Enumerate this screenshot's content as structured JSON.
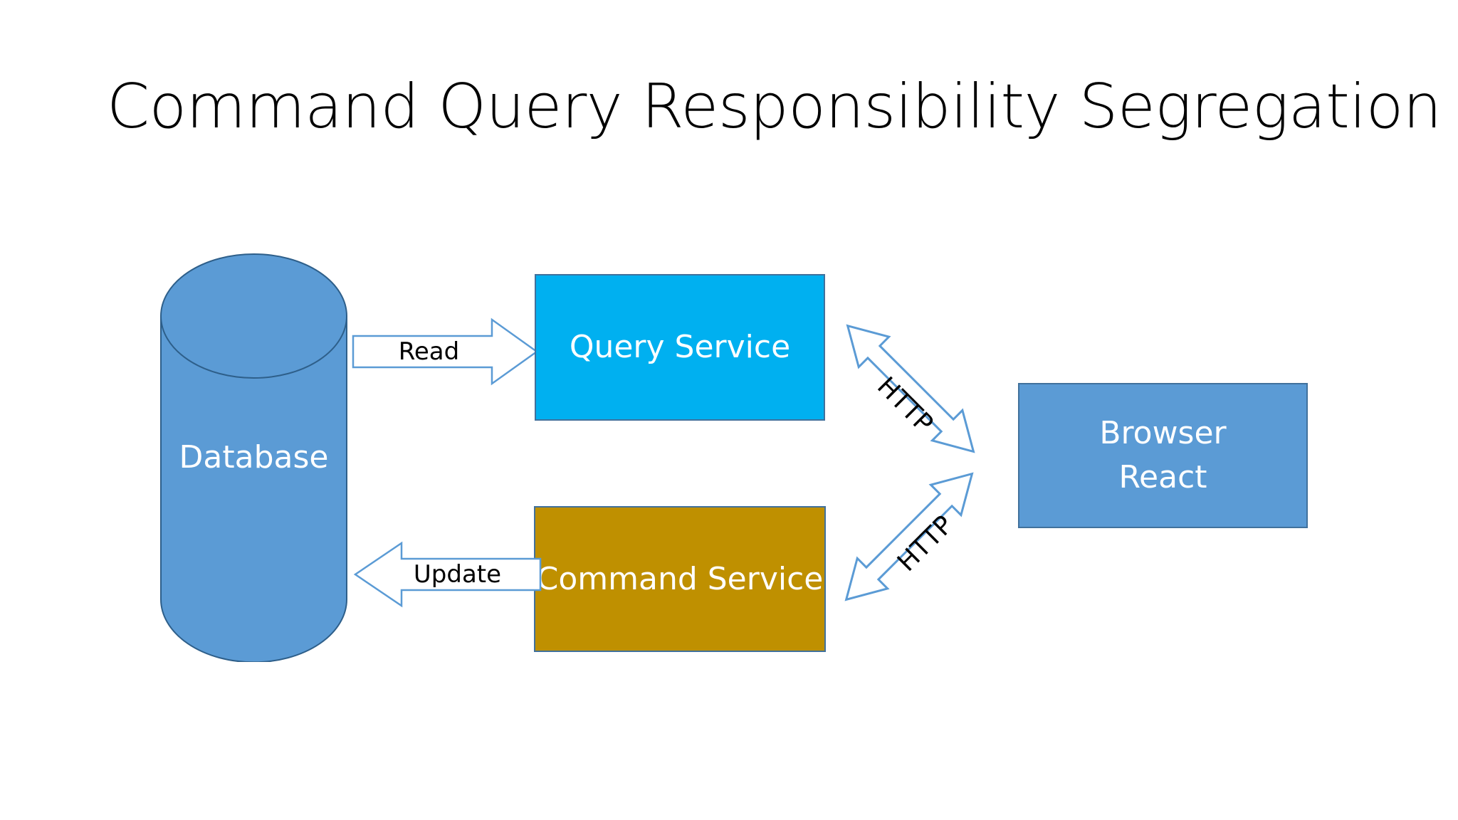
{
  "slide": {
    "title": "Command Query Responsibility Segregation",
    "background_color": "#FFFFFF"
  },
  "diagram": {
    "type": "architecture-flow",
    "nodes": [
      {
        "id": "database",
        "label": "Database",
        "shape": "cylinder",
        "fill_color": "#5B9BD5",
        "border_color": "#2E5F8A",
        "text_color": "#FFFFFF"
      },
      {
        "id": "query-service",
        "label": "Query Service",
        "shape": "rectangle",
        "fill_color": "#00B0F0",
        "border_color": "#41719C",
        "text_color": "#FFFFFF"
      },
      {
        "id": "command-service",
        "label": "Command Service",
        "shape": "rectangle",
        "fill_color": "#BF9000",
        "border_color": "#41719C",
        "text_color": "#FFFFFF"
      },
      {
        "id": "browser",
        "label_line1": "Browser",
        "label_line2": "React",
        "shape": "rectangle",
        "fill_color": "#5B9BD5",
        "border_color": "#41719C",
        "text_color": "#FFFFFF"
      }
    ],
    "connectors": [
      {
        "id": "read-arrow",
        "label": "Read",
        "from": "database",
        "to": "query-service",
        "direction": "right",
        "style": "block-arrow",
        "fill_color": "#FFFFFF",
        "border_color": "#5B9BD5",
        "text_color": "#000000"
      },
      {
        "id": "update-arrow",
        "label": "Update",
        "from": "command-service",
        "to": "database",
        "direction": "left",
        "style": "block-arrow",
        "fill_color": "#FFFFFF",
        "border_color": "#5B9BD5",
        "text_color": "#000000"
      },
      {
        "id": "http-top-arrow",
        "label": "HTTP",
        "from": "query-service",
        "to": "browser",
        "direction": "bidirectional",
        "style": "block-double-arrow",
        "fill_color": "#FFFFFF",
        "border_color": "#5B9BD5",
        "text_color": "#000000"
      },
      {
        "id": "http-bottom-arrow",
        "label": "HTTP",
        "from": "command-service",
        "to": "browser",
        "direction": "bidirectional",
        "style": "block-double-arrow",
        "fill_color": "#FFFFFF",
        "border_color": "#5B9BD5",
        "text_color": "#000000"
      }
    ]
  }
}
